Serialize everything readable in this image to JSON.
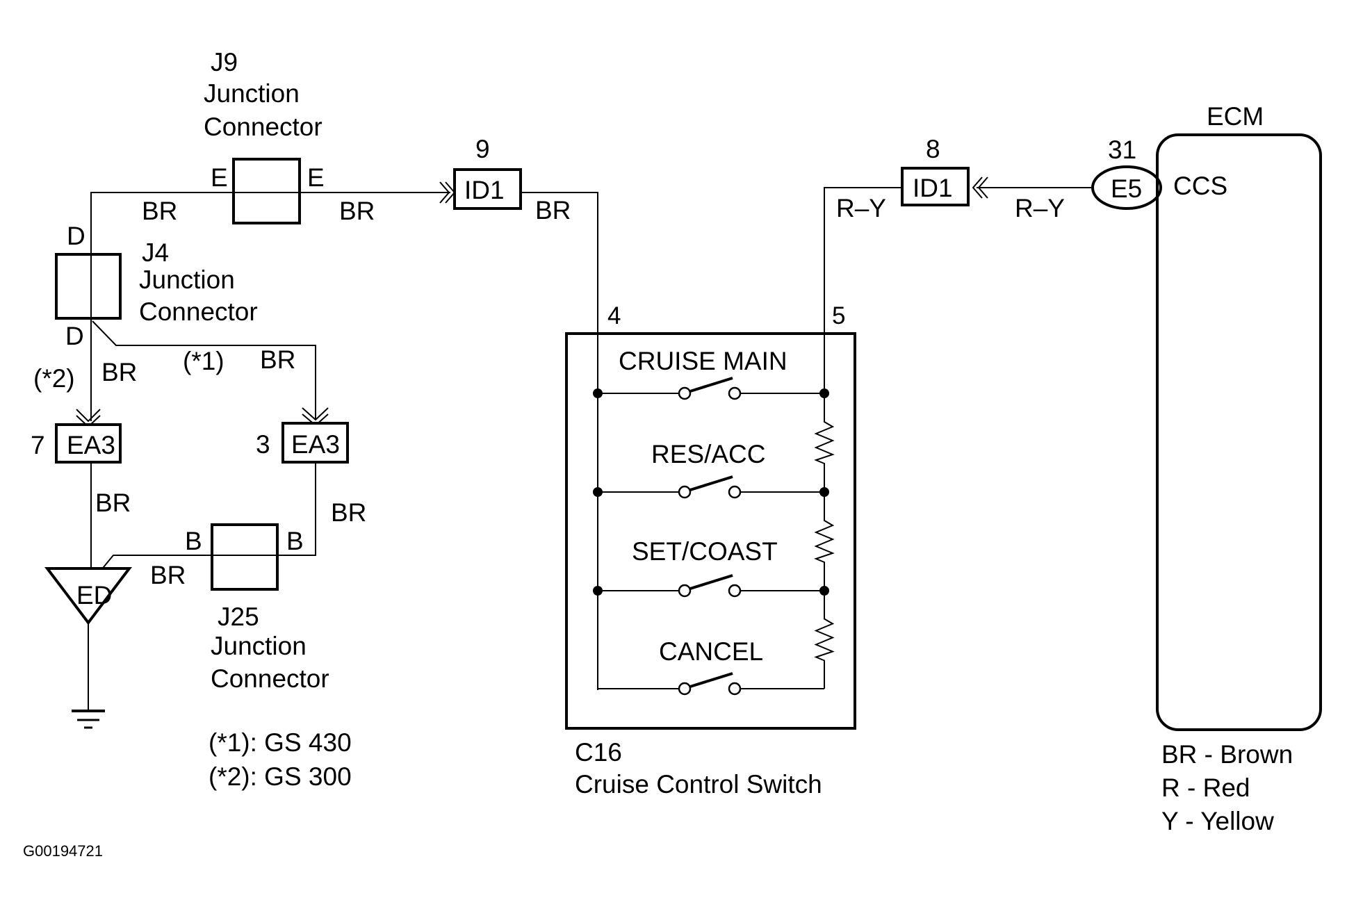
{
  "figure_id": "G00194721",
  "components": {
    "j9": {
      "code": "J9",
      "name_line1": "Junction",
      "name_line2": "Connector",
      "pin_left": "E",
      "pin_right": "E"
    },
    "j4": {
      "code": "J4",
      "name_line1": "Junction",
      "name_line2": "Connector",
      "pin_top": "D",
      "pin_bottom": "D"
    },
    "j25": {
      "code": "J25",
      "name_line1": "Junction",
      "name_line2": "Connector",
      "pin_left": "B",
      "pin_right": "B"
    },
    "id1_left": {
      "connector": "ID1",
      "pin": "9"
    },
    "id1_right": {
      "connector": "ID1",
      "pin": "8"
    },
    "ea3_left": {
      "connector": "EA3",
      "pin": "7"
    },
    "ea3_right": {
      "connector": "EA3",
      "pin": "3"
    },
    "ground": {
      "label": "ED"
    },
    "e5": {
      "connector": "E5",
      "pin": "31"
    },
    "ecm": {
      "title": "ECM",
      "terminal": "CCS"
    },
    "c16": {
      "code": "C16",
      "name": "Cruise Control Switch",
      "pin_left": "4",
      "pin_right": "5",
      "switches": [
        "CRUISE MAIN",
        "RES/ACC",
        "SET/COAST",
        "CANCEL"
      ]
    }
  },
  "wires": {
    "j4_to_j9": "BR",
    "j9_to_id1": "BR",
    "id1_to_c16": "BR",
    "c16_to_id1": "R–Y",
    "id1_to_e5": "R–Y",
    "j4_to_ea3_left": "BR",
    "j4_to_ea3_right": "BR",
    "ea3_left_to_ed": "BR",
    "ea3_right_to_j25": "BR",
    "j25_to_ed": "BR"
  },
  "variant_marks": {
    "left_branch": "(*2)",
    "right_branch": "(*1)"
  },
  "notes": [
    {
      "mark": "(*1)",
      "text": ": GS 430"
    },
    {
      "mark": "(*2)",
      "text": ": GS 300"
    }
  ],
  "color_legend": [
    {
      "code": "BR",
      "sep": " - ",
      "color": "Brown"
    },
    {
      "code": "R",
      "sep": " - ",
      "color": "Red"
    },
    {
      "code": "Y",
      "sep": " - ",
      "color": "Yellow"
    }
  ]
}
